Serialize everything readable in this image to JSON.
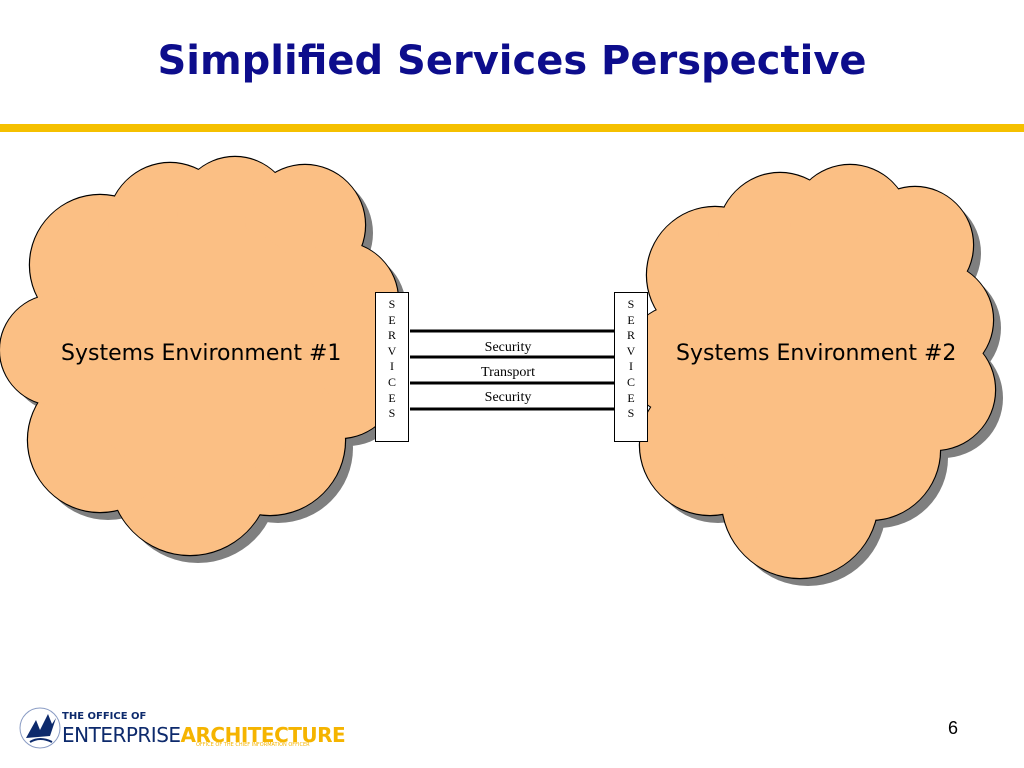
{
  "slide": {
    "title": "Simplified Services Perspective",
    "page_number": "6"
  },
  "diagram": {
    "environment_1": "Systems Environment #1",
    "environment_2": "Systems Environment #2",
    "services_left": [
      "S",
      "E",
      "R",
      "V",
      "I",
      "C",
      "E",
      "S"
    ],
    "services_right": [
      "S",
      "E",
      "R",
      "V",
      "I",
      "C",
      "E",
      "S"
    ],
    "layers": [
      "Security",
      "Transport",
      "Security"
    ]
  },
  "logo": {
    "line1": "THE OFFICE OF",
    "word1": "ENTERPRISE",
    "word2": "ARCHITECTURE",
    "tagline": "OFFICE OF THE CHIEF INFORMATION OFFICER"
  },
  "colors": {
    "title": "#0d0d8c",
    "rule": "#f5c000",
    "cloud_fill": "#fbbf84",
    "cloud_shadow": "#7f7f7f"
  }
}
